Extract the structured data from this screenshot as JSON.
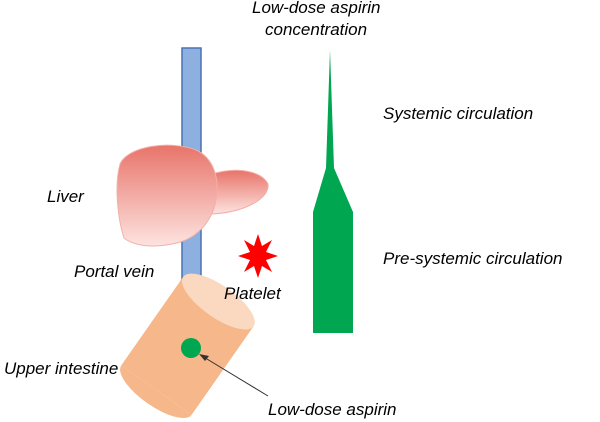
{
  "labels": {
    "concentration_line1": "Low-dose aspirin",
    "concentration_line2": "concentration",
    "systemic": "Systemic circulation",
    "presystemic": "Pre-systemic circulation",
    "liver": "Liver",
    "portal_vein": "Portal vein",
    "platelet": "Platelet",
    "upper_intestine": "Upper intestine",
    "low_dose_aspirin": "Low-dose aspirin"
  },
  "colors": {
    "portal_vein": "#8db0e0",
    "portal_vein_stroke": "#4a72b0",
    "liver_top": "#e8746a",
    "liver_bottom": "#fde3e0",
    "concentration_shape": "#00a650",
    "platelet": "#ff0000",
    "intestine": "#f6b78a",
    "intestine_end": "#fbd9c0",
    "aspirin_dot": "#00a650"
  }
}
